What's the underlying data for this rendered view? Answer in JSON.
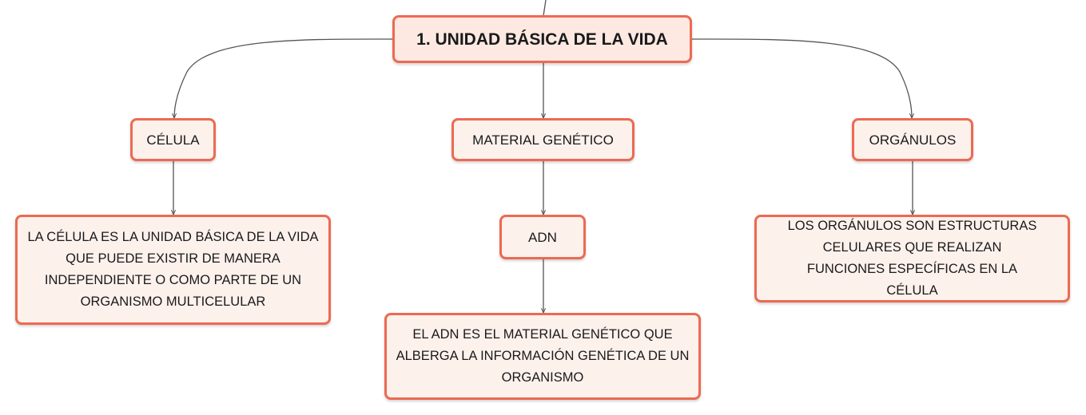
{
  "colors": {
    "node_border": "#ec6a52",
    "node_fill": "#fdf1ec",
    "connector": "#555555"
  },
  "root": {
    "label": "1. UNIDAD BÁSICA DE LA VIDA"
  },
  "branches": [
    {
      "label": "CÉLULA",
      "children": [
        {
          "label": "LA CÉLULA ES LA UNIDAD BÁSICA DE LA VIDA QUE PUEDE EXISTIR DE MANERA INDEPENDIENTE O COMO PARTE DE UN ORGANISMO MULTICELULAR"
        }
      ]
    },
    {
      "label": "MATERIAL GENÉTICO",
      "children": [
        {
          "label": "ADN",
          "children": [
            {
              "label": "EL ADN ES EL MATERIAL GENÉTICO QUE ALBERGA LA INFORMACIÓN GENÉTICA DE UN ORGANISMO"
            }
          ]
        }
      ]
    },
    {
      "label": "ORGÁNULOS",
      "children": [
        {
          "label": "LOS ORGÁNULOS SON ESTRUCTURAS CELULARES QUE REALIZAN FUNCIONES ESPECÍFICAS EN LA CÉLULA"
        }
      ]
    }
  ]
}
